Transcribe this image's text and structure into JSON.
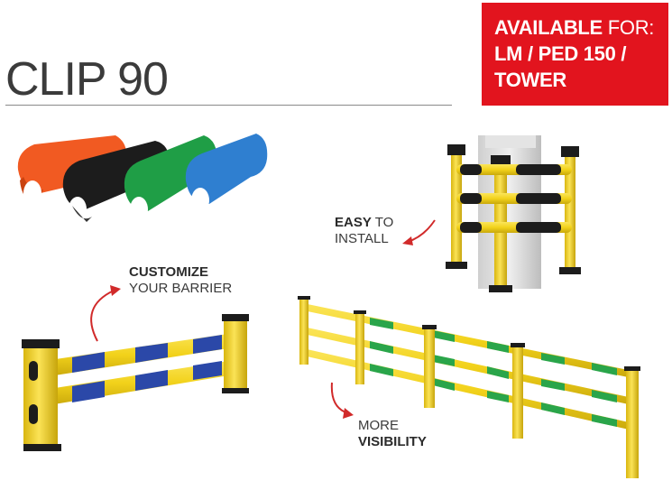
{
  "product_title": "CLIP 90",
  "availability": {
    "line1_bold": "AVAILABLE",
    "line1_light": " FOR:",
    "line2": "LM / PED 150 /",
    "line3": "TOWER"
  },
  "callouts": {
    "install": {
      "bold": "EASY",
      "rest": " TO",
      "line2": "INSTALL"
    },
    "customize": {
      "bold": "CUSTOMIZE",
      "line2": "YOUR BARRIER"
    },
    "visibility": {
      "line1": "MORE",
      "bold": "VISIBILITY"
    }
  },
  "clip_colors": [
    "#f15a22",
    "#1c1c1c",
    "#1f9e46",
    "#2f7fd0"
  ],
  "colors": {
    "accent_red": "#e2141e",
    "barrier_yellow": "#f2d21b",
    "stripe_blue": "#2b48a8",
    "stripe_green": "#2aa54a"
  }
}
